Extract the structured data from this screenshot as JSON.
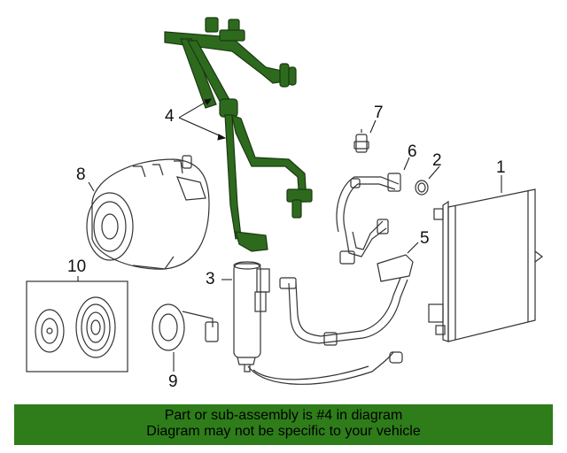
{
  "callouts": {
    "c1": "1",
    "c2": "2",
    "c3": "3",
    "c4": "4",
    "c5": "5",
    "c6": "6",
    "c7": "7",
    "c8": "8",
    "c9": "9",
    "c10": "10"
  },
  "highlighted_part": "4",
  "colors": {
    "highlight_fill": "#2d6a1e",
    "highlight_stroke": "#1a3a10",
    "banner_bg": "#2e7d1a",
    "line_art": "#333333"
  },
  "banner": {
    "line1": "Part or sub-assembly is #4 in diagram",
    "line2": "Diagram may not be specific to your vehicle"
  }
}
